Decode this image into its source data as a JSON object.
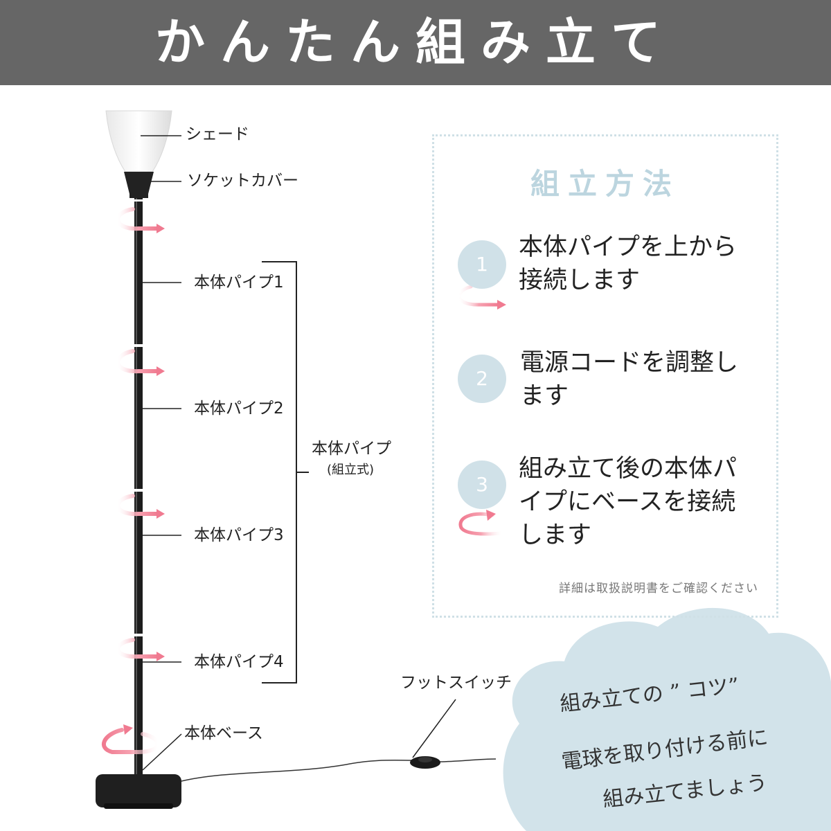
{
  "header": {
    "title": "かんたん組み立て"
  },
  "parts": {
    "shade": "シェード",
    "socket_cover": "ソケットカバー",
    "pipe1": "本体パイプ1",
    "pipe2": "本体パイプ2",
    "pipe3": "本体パイプ3",
    "pipe4": "本体パイプ4",
    "pipe_group": "本体パイプ",
    "pipe_group_sub": "(組立式)",
    "base": "本体ベース",
    "foot_switch": "フットスイッチ"
  },
  "panel": {
    "title": "組立方法",
    "steps": [
      {
        "num": "1",
        "line1": "本体パイプを上から",
        "line2": "接続します",
        "line3": ""
      },
      {
        "num": "2",
        "line1": "電源コードを調整し",
        "line2": "ます",
        "line3": ""
      },
      {
        "num": "3",
        "line1": "組み立て後の本体パ",
        "line2": "イプにベースを接続",
        "line3": "します"
      }
    ],
    "note": "詳細は取扱説明書をご確認ください"
  },
  "tip": {
    "title": "組み立ての ” コツ”",
    "line1": "電球を取り付ける前に",
    "line2": "組み立てましょう"
  },
  "colors": {
    "header_bg": "#666666",
    "accent_pink": "#f07a90",
    "panel_blue": "#d0e1e8",
    "cloud": "#d2e3ea"
  }
}
